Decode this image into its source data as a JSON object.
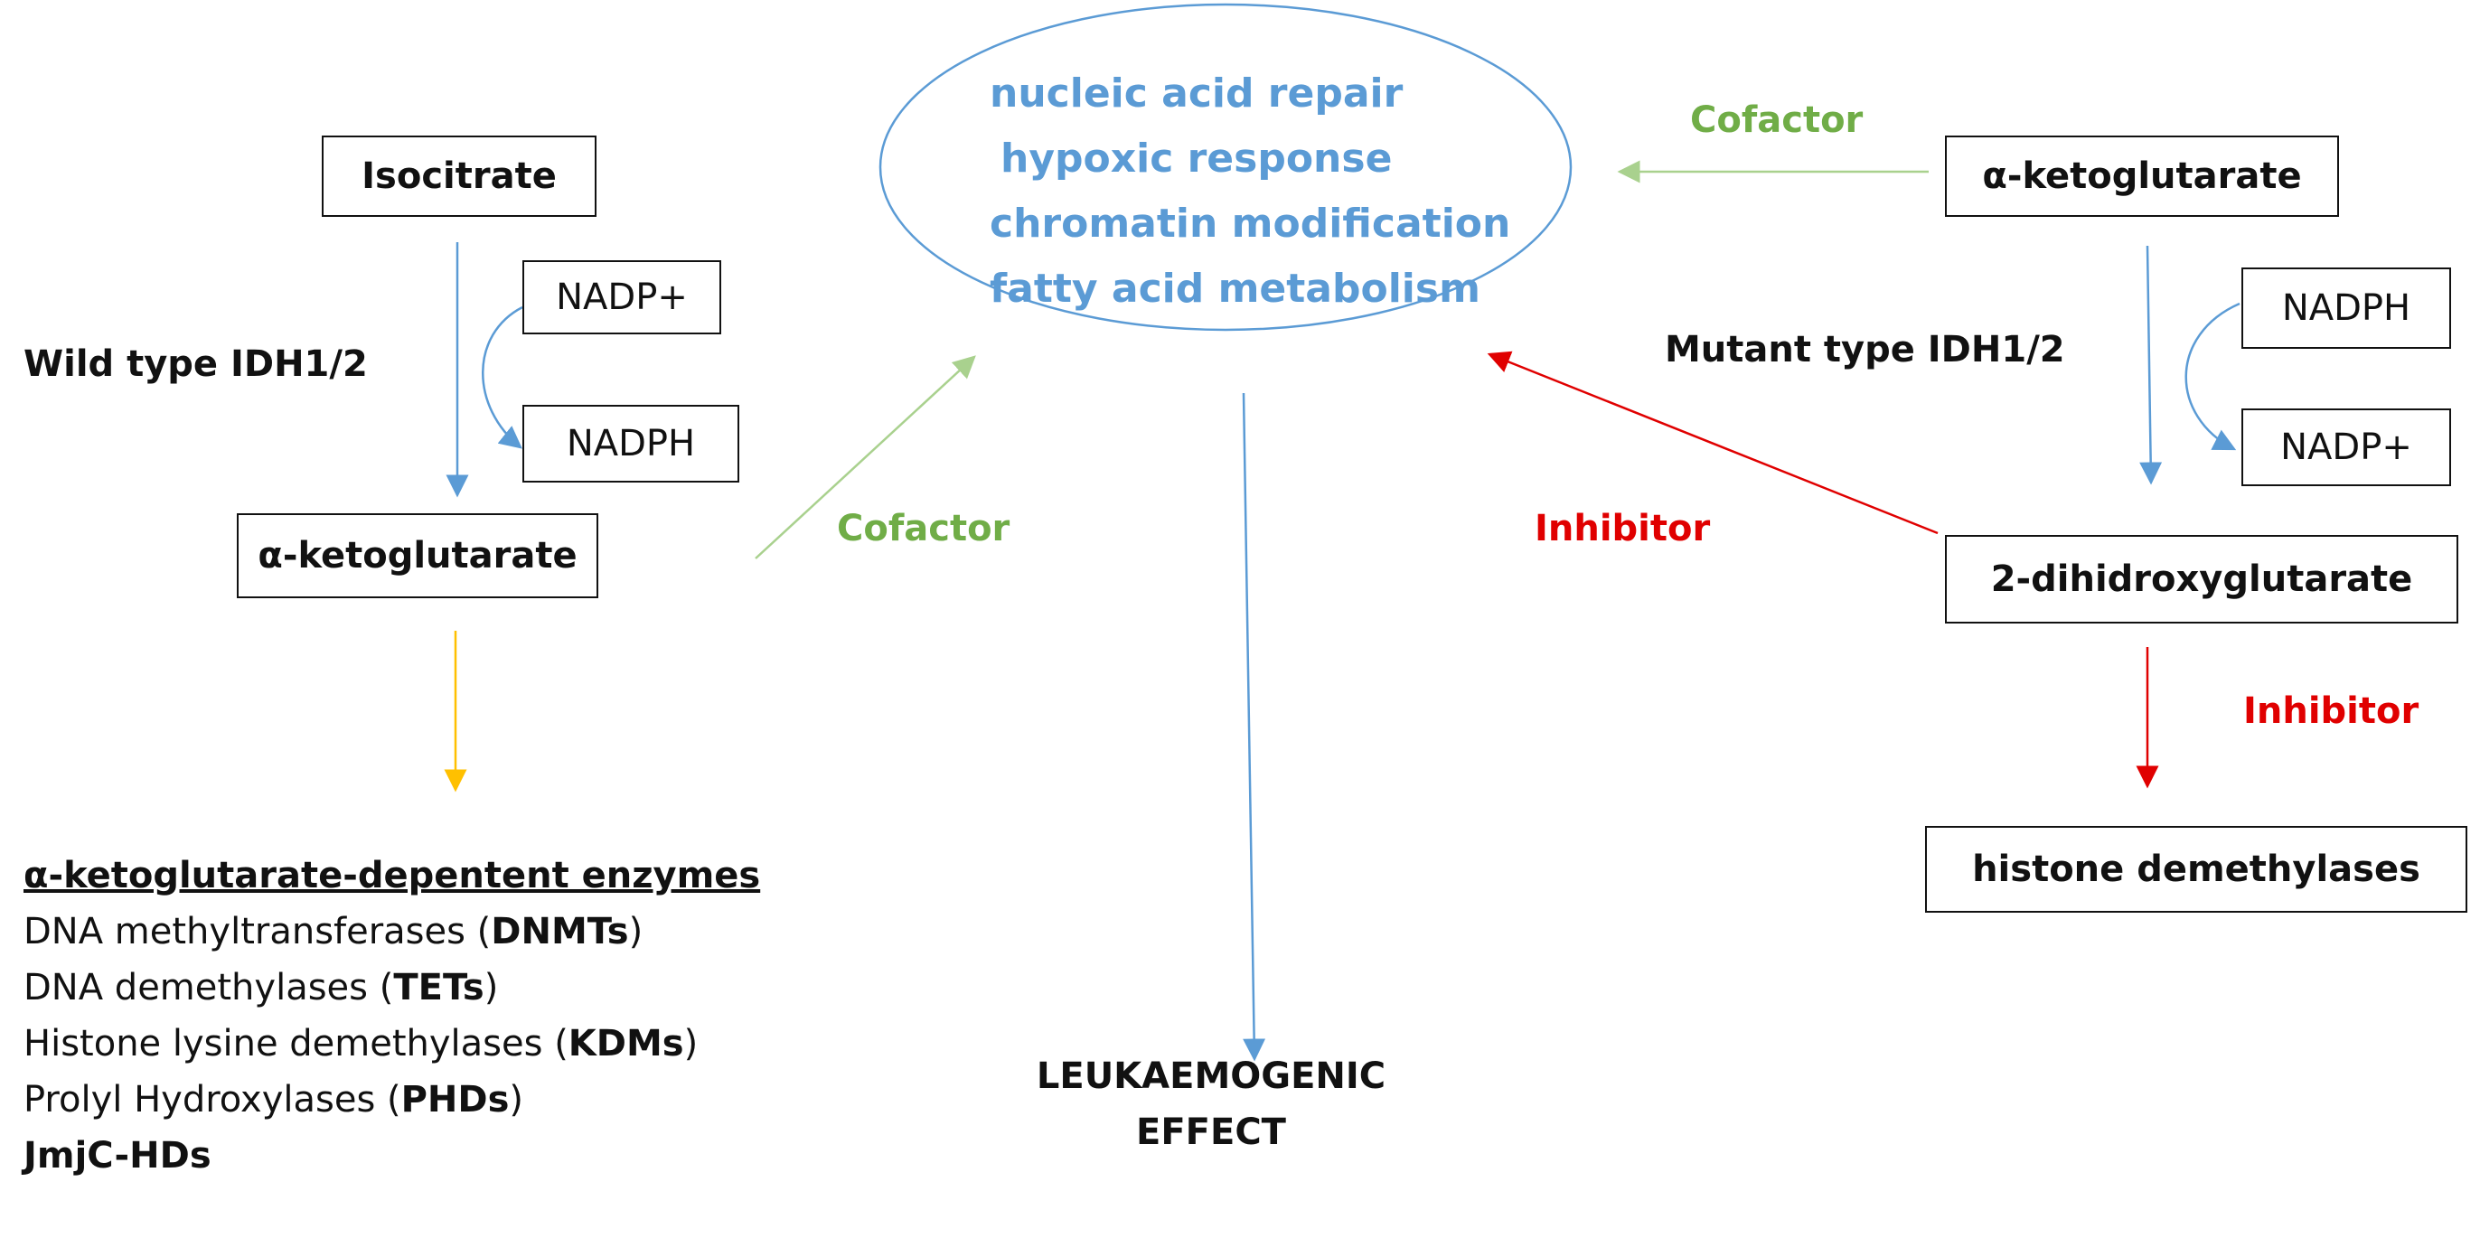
{
  "nodes": {
    "isocitrate": "Isocitrate",
    "nadp_plus_left": "NADP+",
    "nadph_left": "NADPH",
    "akg_left": "α-ketoglutarate",
    "akg_right": "α-ketoglutarate",
    "nadph_right": "NADPH",
    "nadp_plus_right": "NADP+",
    "dhg": "2-dihidroxyglutarate",
    "histone_demethylases": "histone demethylases"
  },
  "labels": {
    "wild_type": "Wild type IDH1/2",
    "mutant_type": "Mutant type IDH1/2",
    "cofactor_left": "Cofactor",
    "cofactor_top": "Cofactor",
    "inhibitor_mid": "Inhibitor",
    "inhibitor_right": "Inhibitor"
  },
  "ellipse": {
    "lines": [
      "nucleic acid repair",
      "hypoxic response",
      "chromatin modification",
      "fatty acid metabolism"
    ]
  },
  "enzymes": {
    "header": "α-ketoglutarate-depentent enzymes",
    "items": [
      {
        "text": "DNA methyltransferases (",
        "abbr": "DNMTs",
        "close": ")"
      },
      {
        "text": "DNA demethylases (",
        "abbr": "TETs",
        "close": ")"
      },
      {
        "text": "Histone lysine demethylases (",
        "abbr": "KDMs",
        "close": ")"
      },
      {
        "text": "Prolyl Hydroxylases (",
        "abbr": "PHDs",
        "close": ")"
      }
    ],
    "last": "JmjC-HDs"
  },
  "effect": {
    "line1": "LEUKAEMOGENIC",
    "line2": "EFFECT"
  },
  "colors": {
    "blue": "#5b9bd5",
    "green": "#70ad47",
    "red": "#e00000",
    "yellow": "#ffc000"
  }
}
